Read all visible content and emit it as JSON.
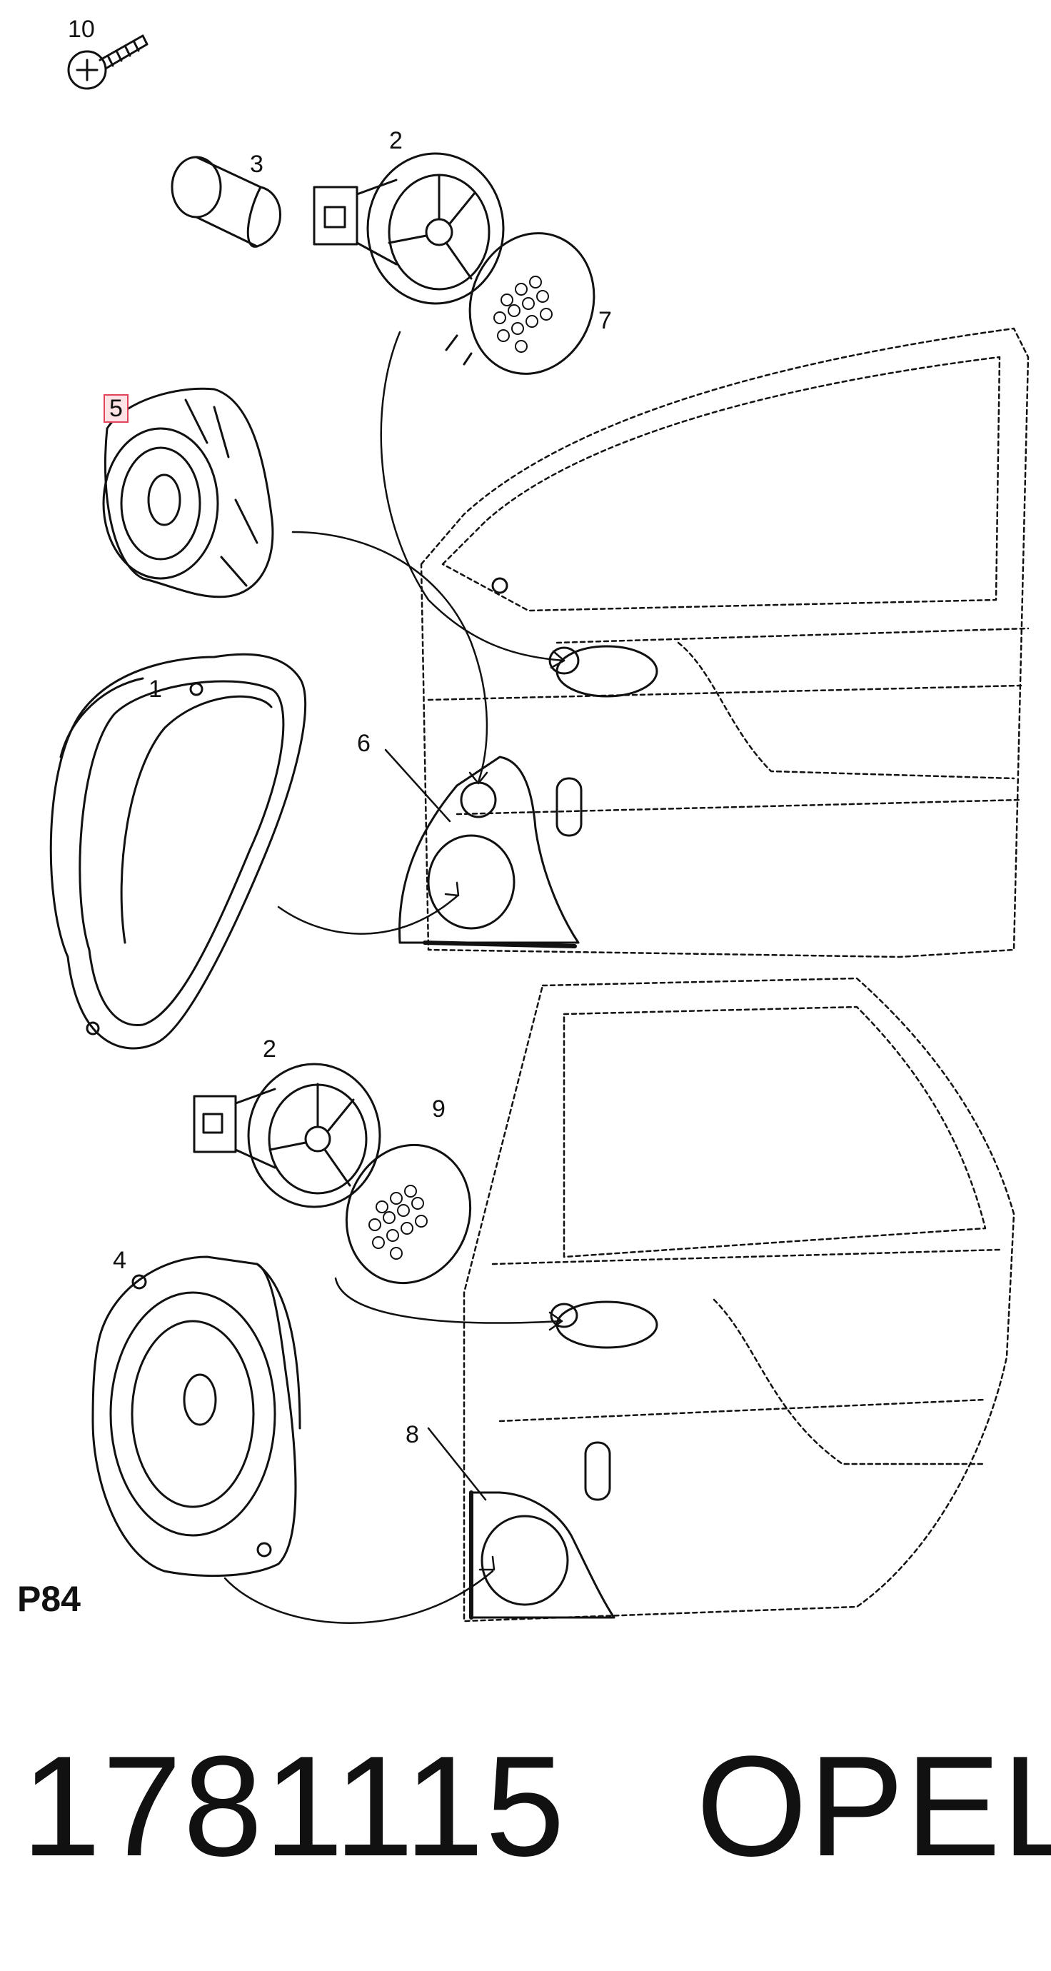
{
  "callouts": {
    "c10": "10",
    "c3": "3",
    "c2_top": "2",
    "c7": "7",
    "c5": "5",
    "c1": "1",
    "c6": "6",
    "c2_bottom": "2",
    "c9": "9",
    "c4": "4",
    "c8": "8"
  },
  "sheet_code": "P84",
  "part_number": "1781115",
  "brand": "OPEL",
  "colors": {
    "line": "#111111",
    "highlight_fill": "#fde3e6",
    "highlight_border": "#e0435a"
  }
}
